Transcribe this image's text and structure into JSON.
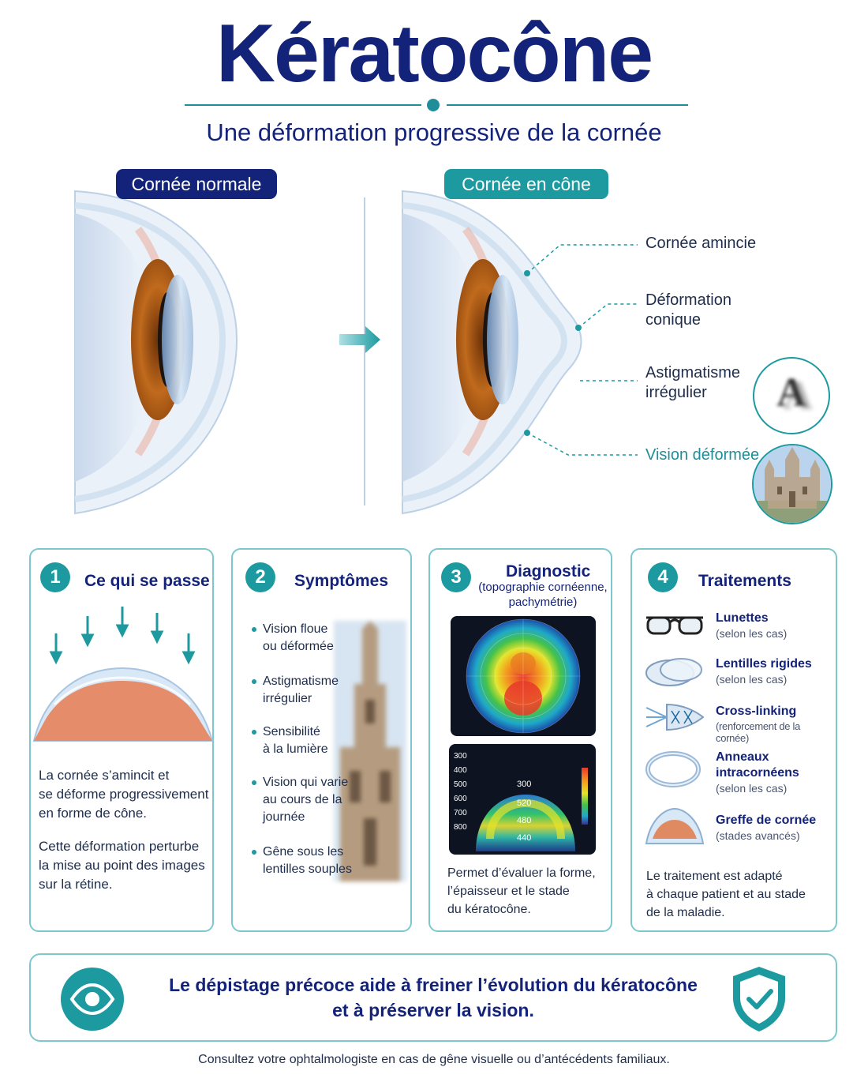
{
  "header": {
    "title": "Kératocône",
    "subtitle": "Une déformation progressive de la cornée"
  },
  "comparison": {
    "normal_label": "Cornée normale",
    "cone_label": "Cornée en cône",
    "callouts": {
      "thin": "Cornée amincie",
      "deform_1": "Déformation",
      "deform_2": "conique",
      "astig_1": "Astigmatisme",
      "astig_2": "irrégulier",
      "vision": "Vision déformée"
    },
    "blur_letter": "A"
  },
  "cards": {
    "what": {
      "number": "1",
      "title": "Ce qui se passe",
      "p1_l1": "La cornée s’amincit et",
      "p1_l2": "se déforme progressivement",
      "p1_l3": "en forme de cône.",
      "p2_l1": "Cette déformation perturbe",
      "p2_l2": "la mise au point des images",
      "p2_l3": "sur la rétine."
    },
    "symptoms": {
      "number": "2",
      "title": "Symptômes",
      "items": [
        {
          "l1": "Vision floue",
          "l2": "ou déformée"
        },
        {
          "l1": "Astigmatisme",
          "l2": "irrégulier"
        },
        {
          "l1": "Sensibilité",
          "l2": "à la lumière"
        },
        {
          "l1": "Vision qui varie",
          "l2": "au cours de la",
          "l3": "journée"
        },
        {
          "l1": "Gêne sous les",
          "l2": "lentilles souples"
        }
      ]
    },
    "diagnosis": {
      "number": "3",
      "title": "Diagnostic",
      "sub_l1": "(topographie cornéenne,",
      "sub_l2": "pachymétrie)",
      "scale": [
        "300",
        "400",
        "500",
        "600",
        "700",
        "800"
      ],
      "map_values": [
        "300",
        "520",
        "480",
        "440"
      ],
      "p_l1": "Permet d’évaluer la forme,",
      "p_l2": "l’épaisseur et le stade",
      "p_l3": "du kératocône."
    },
    "treatments": {
      "number": "4",
      "title": "Traitements",
      "items": [
        {
          "title": "Lunettes",
          "sub": "(selon les cas)",
          "icon": "glasses-icon"
        },
        {
          "title": "Lentilles rigides",
          "sub": "(selon les cas)",
          "icon": "contact-lens-icon"
        },
        {
          "title": "Cross-linking",
          "sub": "(renforcement de la cornée)",
          "icon": "cross-linking-icon"
        },
        {
          "title": "Anneaux",
          "title2": "intracornéens",
          "sub": "(selon les cas)",
          "icon": "ring-icon"
        },
        {
          "title": "Greffe de cornée",
          "sub": "(stades avancés)",
          "icon": "cornea-graft-icon"
        }
      ],
      "p_l1": "Le traitement est adapté",
      "p_l2": "à chaque patient et au stade",
      "p_l3": "de la maladie."
    }
  },
  "banner": {
    "line1": "Le dépistage précoce aide à freiner l’évolution du kératocône",
    "line2": "et à préserver la vision."
  },
  "footer": "Consultez votre ophtalmologiste en cas de gêne visuelle ou d’antécédents familiaux.",
  "colors": {
    "navy": "#14237a",
    "teal": "#1c9aa0",
    "iris": "#b8641a"
  }
}
